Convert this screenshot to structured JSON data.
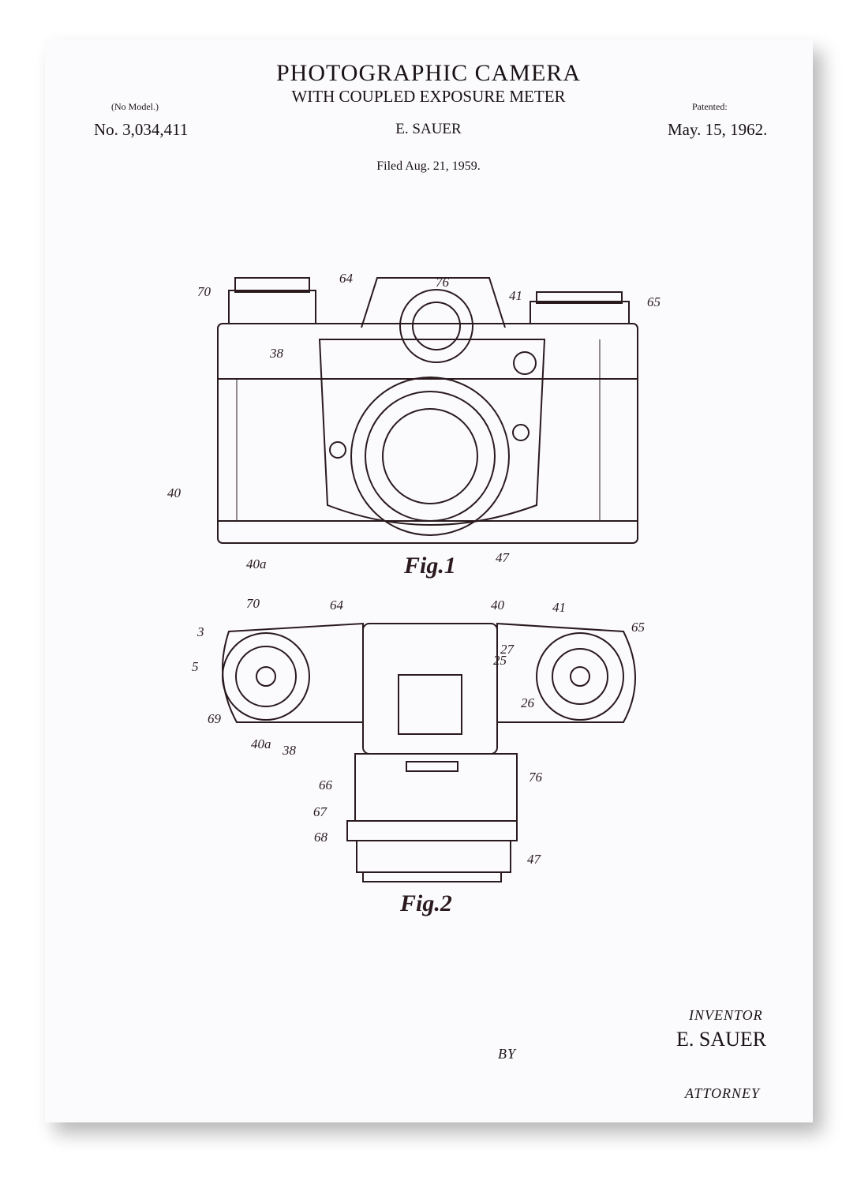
{
  "header": {
    "title": "PHOTOGRAPHIC CAMERA",
    "subtitle": "WITH COUPLED EXPOSURE METER",
    "no_model": "(No Model.)",
    "patent_no": "No. 3,034,411",
    "inventor": "E. SAUER",
    "patented_label": "Patented:",
    "patented_date": "May. 15, 1962.",
    "filed": "Filed Aug. 21, 1959."
  },
  "fig1": {
    "label": "Fig.1",
    "refs": [
      "70",
      "64",
      "76",
      "41",
      "65",
      "38",
      "40",
      "40a",
      "47"
    ]
  },
  "fig2": {
    "label": "Fig.2",
    "refs": [
      "70",
      "64",
      "40",
      "41",
      "65",
      "3",
      "5",
      "69",
      "40a",
      "38",
      "27",
      "25",
      "26",
      "66",
      "76",
      "67",
      "68",
      "47"
    ]
  },
  "footer": {
    "inventor_label": "INVENTOR",
    "inventor_name": "E. SAUER",
    "by": "BY",
    "attorney": "ATTORNEY"
  },
  "colors": {
    "ink": "#1a1214",
    "paper": "#fbfbfd"
  }
}
